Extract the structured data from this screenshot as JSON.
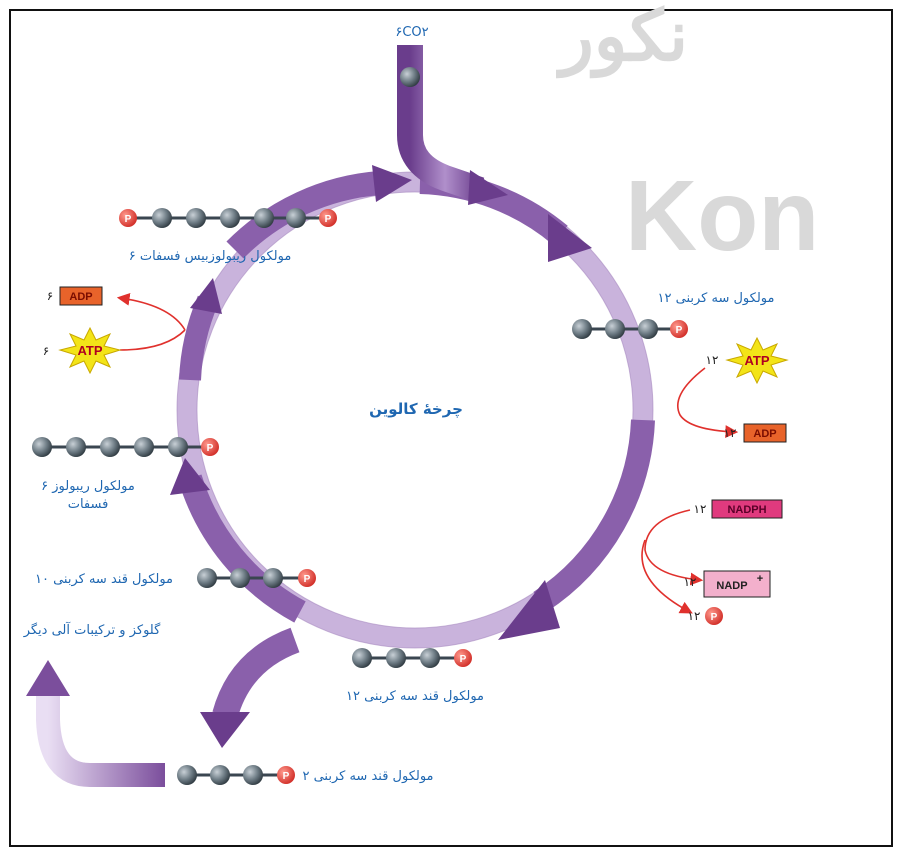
{
  "watermark": {
    "top": "نکور",
    "side": "Kon"
  },
  "title": "چرخهٔ کالوین",
  "co2": "۶CO۲",
  "labels": {
    "ribulose_bisphosphate": "۶ مولکول ریبولوزبیس فسفات",
    "three_carbon_12": "۱۲ مولکول سه کربنی",
    "ribulose_phosphate_line1": "۶ مولکول ریبولوز",
    "ribulose_phosphate_line2": "فسفات",
    "sugar3c_10": "۱۰ مولکول قند سه کربنی",
    "glucose": "گلوکز و ترکیبات آلی دیگر",
    "sugar3c_12": "۱۲ مولکول قند سه کربنی",
    "sugar3c_2": "۲ مولکول قند سه کربنی"
  },
  "molecules": {
    "adp": "ADP",
    "atp": "ATP",
    "nadph": "NADPH",
    "nadp": "NADP",
    "nadp_sup": "+",
    "phosphate": "P"
  },
  "counts": {
    "left_adp": "۶",
    "left_atp": "۶",
    "right_atp": "۱۲",
    "right_adp": "۱۲",
    "nadph": "۱۲",
    "nadp": "۱۲",
    "phosphate": "۱۲"
  },
  "colors": {
    "label_blue": "#1f67b1",
    "arrow_purple": "#7b4e9c",
    "ring_light": "#c9b3dc",
    "phosphate_red": "#e0403a",
    "adp_orange": "#e8632a",
    "nadph_pink": "#e03a7e",
    "atp_yellow": "#f3e418",
    "reaction_red": "#e0312d"
  }
}
